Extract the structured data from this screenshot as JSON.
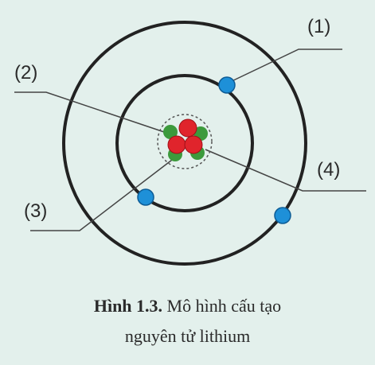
{
  "labels": {
    "l1": "(1)",
    "l2": "(2)",
    "l3": "(3)",
    "l4": "(4)"
  },
  "caption": {
    "figure_number": "Hình 1.3.",
    "line1_rest": "Mô hình cấu tạo",
    "line2": "nguyên tử lithium"
  },
  "colors": {
    "background": "#e3f0ec",
    "shell": "#222222",
    "electron": "#1e90d8",
    "proton": "#e0242c",
    "neutron": "#3c9a3c",
    "leader_line": "#444444"
  }
}
